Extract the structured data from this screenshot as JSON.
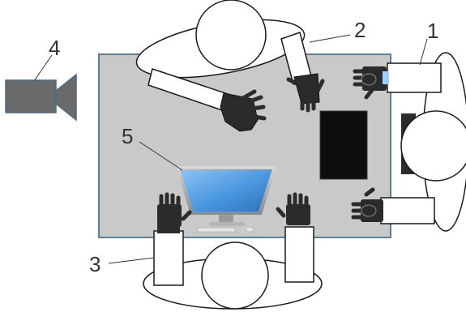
{
  "labels": {
    "person_right": "1",
    "person_top": "2",
    "person_bottom": "3",
    "camera": "4",
    "monitor": "5"
  },
  "colors": {
    "table": "#c9c9c9",
    "table_edge": "#5f7f96",
    "camera": "#6a6a6a",
    "screen": "#0e0e0e",
    "monitor_glass": "#4a97e0",
    "glove": "#2b2b2b",
    "outline": "#1a1a1a"
  },
  "icons": {
    "camera": "video-camera-icon",
    "monitor": "desktop-monitor-icon",
    "screen": "display-panel-icon"
  }
}
